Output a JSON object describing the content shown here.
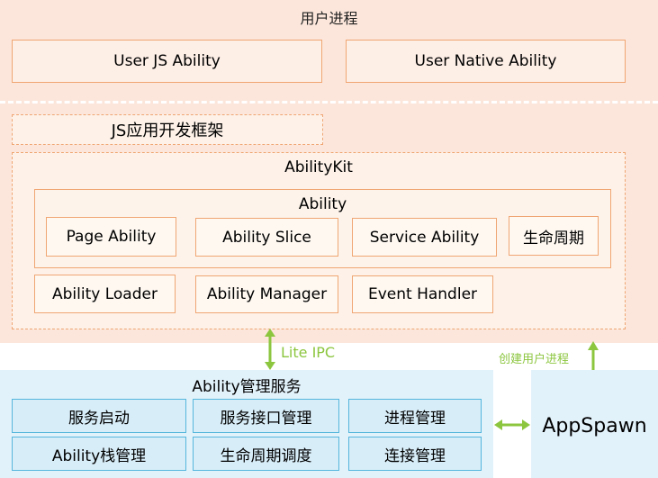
{
  "user_process": {
    "title": "用户进程",
    "abilities": [
      "User JS Ability",
      "User Native Ability"
    ]
  },
  "js_framework": {
    "label": "JS应用开发框架"
  },
  "ability_kit": {
    "title": "AbilityKit",
    "ability": {
      "title": "Ability",
      "items": [
        "Page Ability",
        "Ability Slice",
        "Service Ability",
        "生命周期"
      ]
    },
    "components": [
      "Ability Loader",
      "Ability Manager",
      "Event Handler"
    ]
  },
  "ipc": {
    "label": "Lite IPC",
    "create_label": "创建用户进程"
  },
  "ability_service": {
    "title": "Ability管理服务",
    "items": [
      "服务启动",
      "服务接口管理",
      "进程管理",
      "Ability栈管理",
      "生命周期调度",
      "连接管理"
    ]
  },
  "appspawn": {
    "label": "AppSpawn"
  },
  "colors": {
    "user_bg": "#fce6db",
    "orange_border": "#f0a673",
    "service_bg": "#e2f2fb",
    "blue_border": "#55b6dc",
    "arrow_green": "#8cc63f"
  }
}
